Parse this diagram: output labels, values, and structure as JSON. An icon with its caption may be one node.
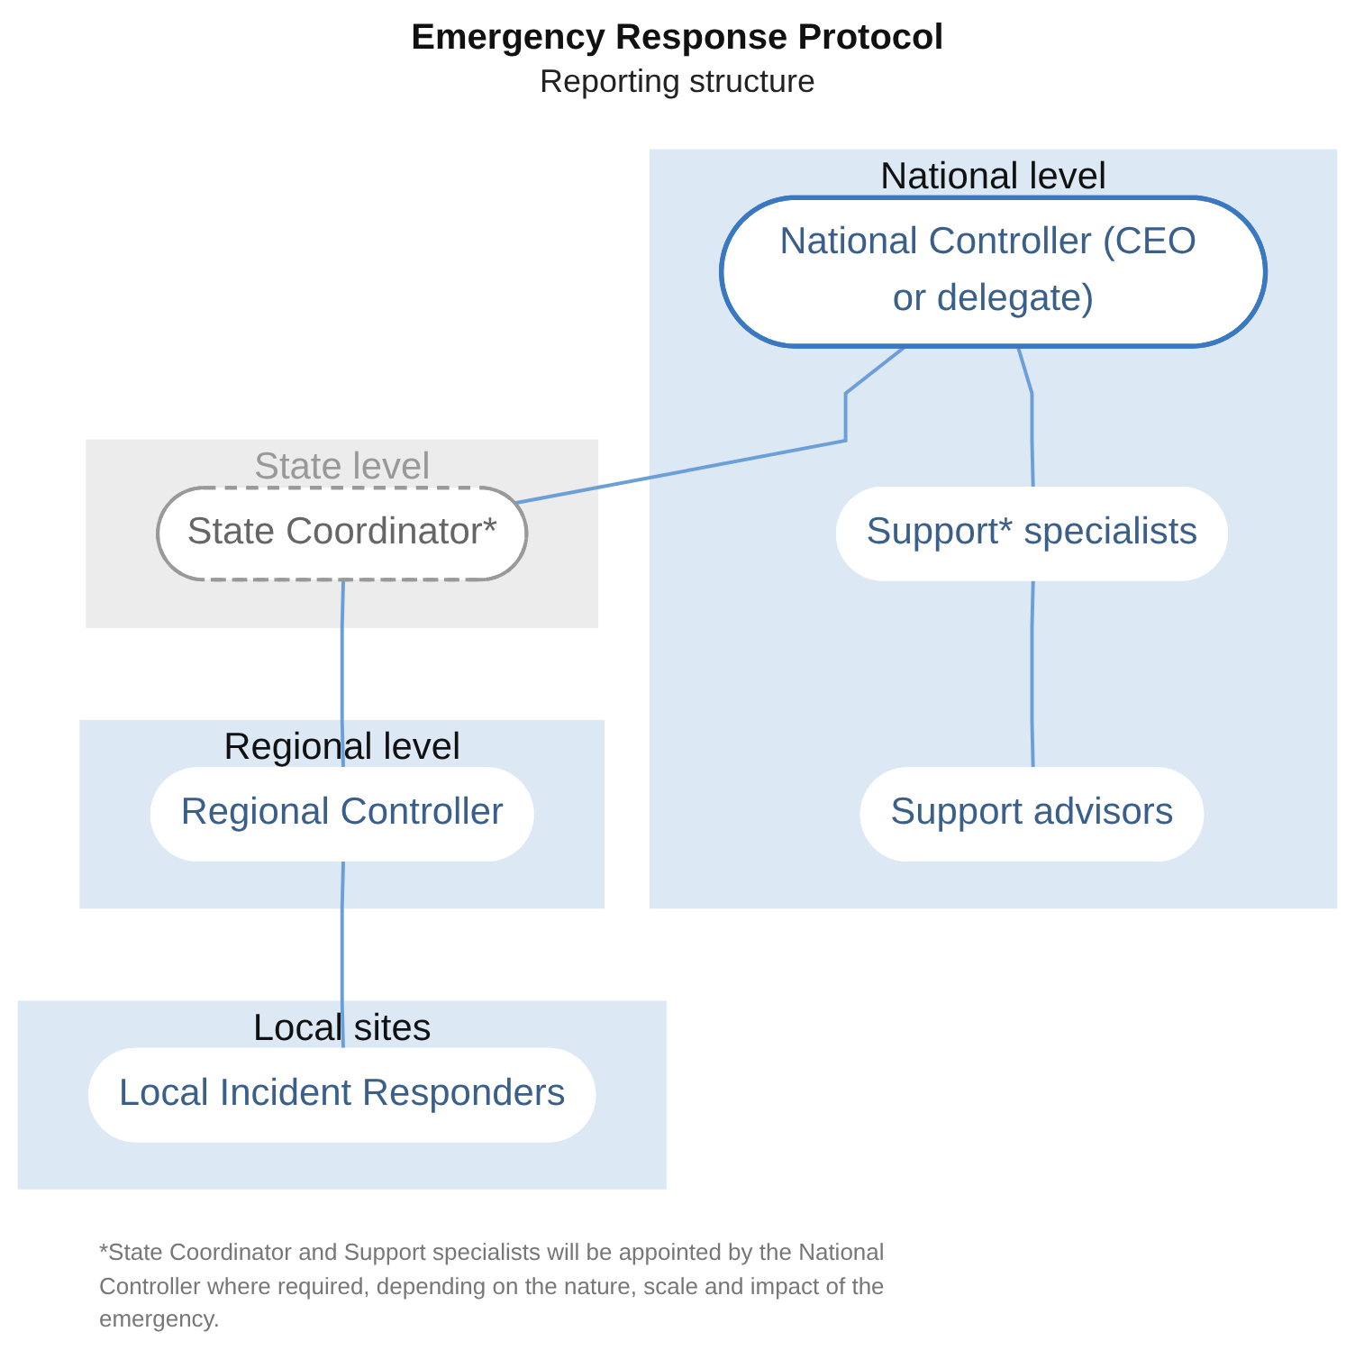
{
  "diagram": {
    "title": "Emergency Response Protocol",
    "caption": "*State Coordinator and Support specialists will be appointed by the National Controller where required, depending on the nature, scale and impact of the emergency.",
    "labels": [
      "Reporting structure"
    ],
    "nodes": [
      {
        "text": [
          "National level"
        ]
      },
      {
        "text": [
          "National Controller (CEO or delegate)"
        ],
        "in": 0
      },
      {
        "text": [
          "Support* specialists"
        ],
        "in": 0
      },
      {
        "text": [
          "Support advisors"
        ],
        "in": 0
      },
      {
        "text": [
          "State level"
        ]
      },
      {
        "text": [
          "State Coordinator*"
        ],
        "in": 4
      },
      {
        "text": [
          "Regional level"
        ]
      },
      {
        "text": [
          "Regional Controller"
        ],
        "in": 6
      },
      {
        "text": [
          "Local sites"
        ]
      },
      {
        "text": [
          "Local Incident Responders"
        ],
        "in": 8
      }
    ],
    "edges": [
      {
        "from": 1,
        "to": 5,
        "arrow": "none"
      },
      {
        "from": 1,
        "to": 2,
        "arrow": "none"
      },
      {
        "from": 5,
        "to": 7,
        "arrow": "none"
      },
      {
        "from": 7,
        "to": 9,
        "arrow": "none"
      },
      {
        "from": 2,
        "to": 3,
        "arrow": "none"
      }
    ]
  }
}
